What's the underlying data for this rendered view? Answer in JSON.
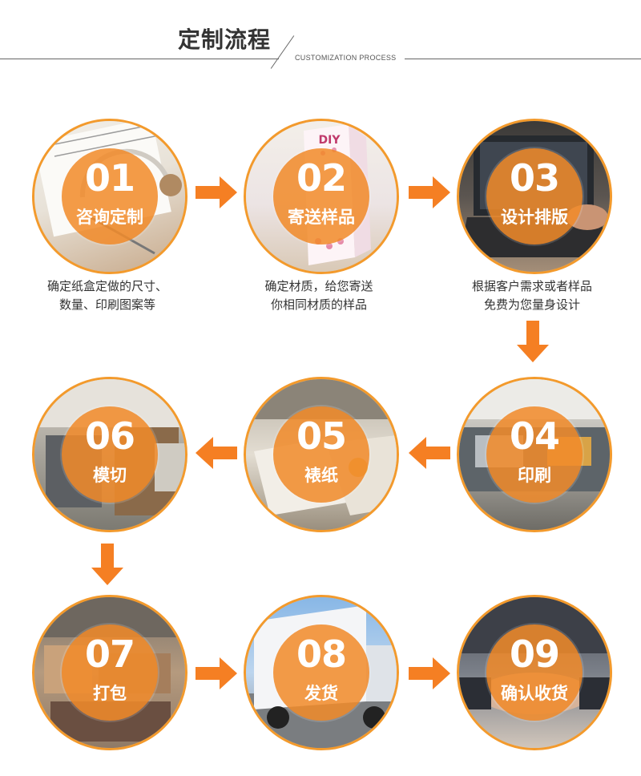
{
  "header": {
    "title": "定制流程",
    "subtitle": "CUSTOMIZATION PROCESS"
  },
  "colors": {
    "accent": "#f18a2a",
    "arrow": "#f57f23",
    "border": "#f39a2c"
  },
  "steps": [
    {
      "num": "01",
      "name": "咨询定制",
      "desc": [
        "确定纸盒定做的尺寸、",
        "数量、印刷图案等"
      ],
      "scene": "sketchbook-compass"
    },
    {
      "num": "02",
      "name": "寄送样品",
      "desc": [
        "确定材质，给您寄送",
        "你相同材质的样品"
      ],
      "scene": "sample-box"
    },
    {
      "num": "03",
      "name": "设计排版",
      "desc": [
        "根据客户需求或者样品",
        "免费为您量身设计"
      ],
      "scene": "laptop-design"
    },
    {
      "num": "04",
      "name": "印刷",
      "desc": [],
      "scene": "printing-machine"
    },
    {
      "num": "05",
      "name": "裱纸",
      "desc": [],
      "scene": "paper-stacks"
    },
    {
      "num": "06",
      "name": "模切",
      "desc": [],
      "scene": "die-cutting-workshop"
    },
    {
      "num": "07",
      "name": "打包",
      "desc": [],
      "scene": "packing-area"
    },
    {
      "num": "08",
      "name": "发货",
      "desc": [],
      "scene": "delivery-truck"
    },
    {
      "num": "09",
      "name": "确认收货",
      "desc": [],
      "scene": "handshake"
    }
  ]
}
